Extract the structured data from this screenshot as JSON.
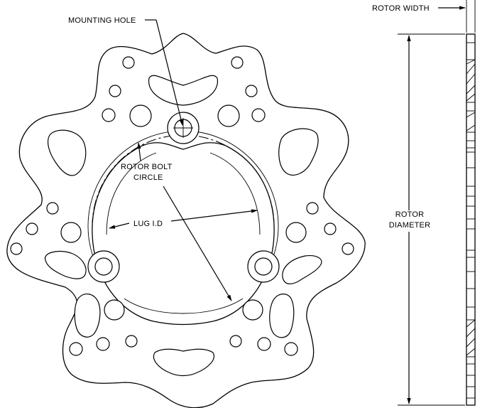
{
  "labels": {
    "mounting_hole": "MOUNTING HOLE",
    "rotor_bolt_circle_line1": "ROTOR BOLT",
    "rotor_bolt_circle_line2": "CIRCLE",
    "lug_id": "LUG I.D",
    "rotor_width": "ROTOR WIDTH",
    "rotor_diameter_line1": "ROTOR",
    "rotor_diameter_line2": "DIAMETER"
  }
}
